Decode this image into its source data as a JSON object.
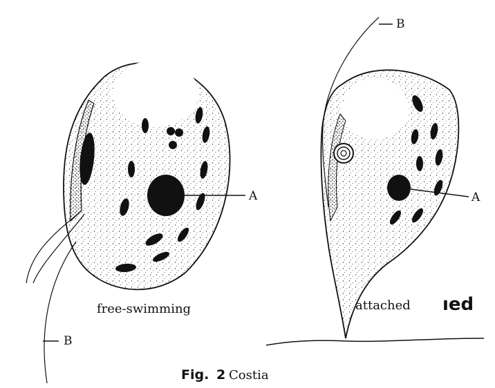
{
  "figure": {
    "caption_prefix": "Fig.",
    "caption_number": "2",
    "caption_name": "Costia",
    "left_cell": {
      "stage_label": "free-swimming",
      "label_a": "A",
      "label_b": "B"
    },
    "right_cell": {
      "stage_label": "attached",
      "stage_label_overlay": "ıed",
      "label_a": "A",
      "label_b": "B"
    }
  }
}
